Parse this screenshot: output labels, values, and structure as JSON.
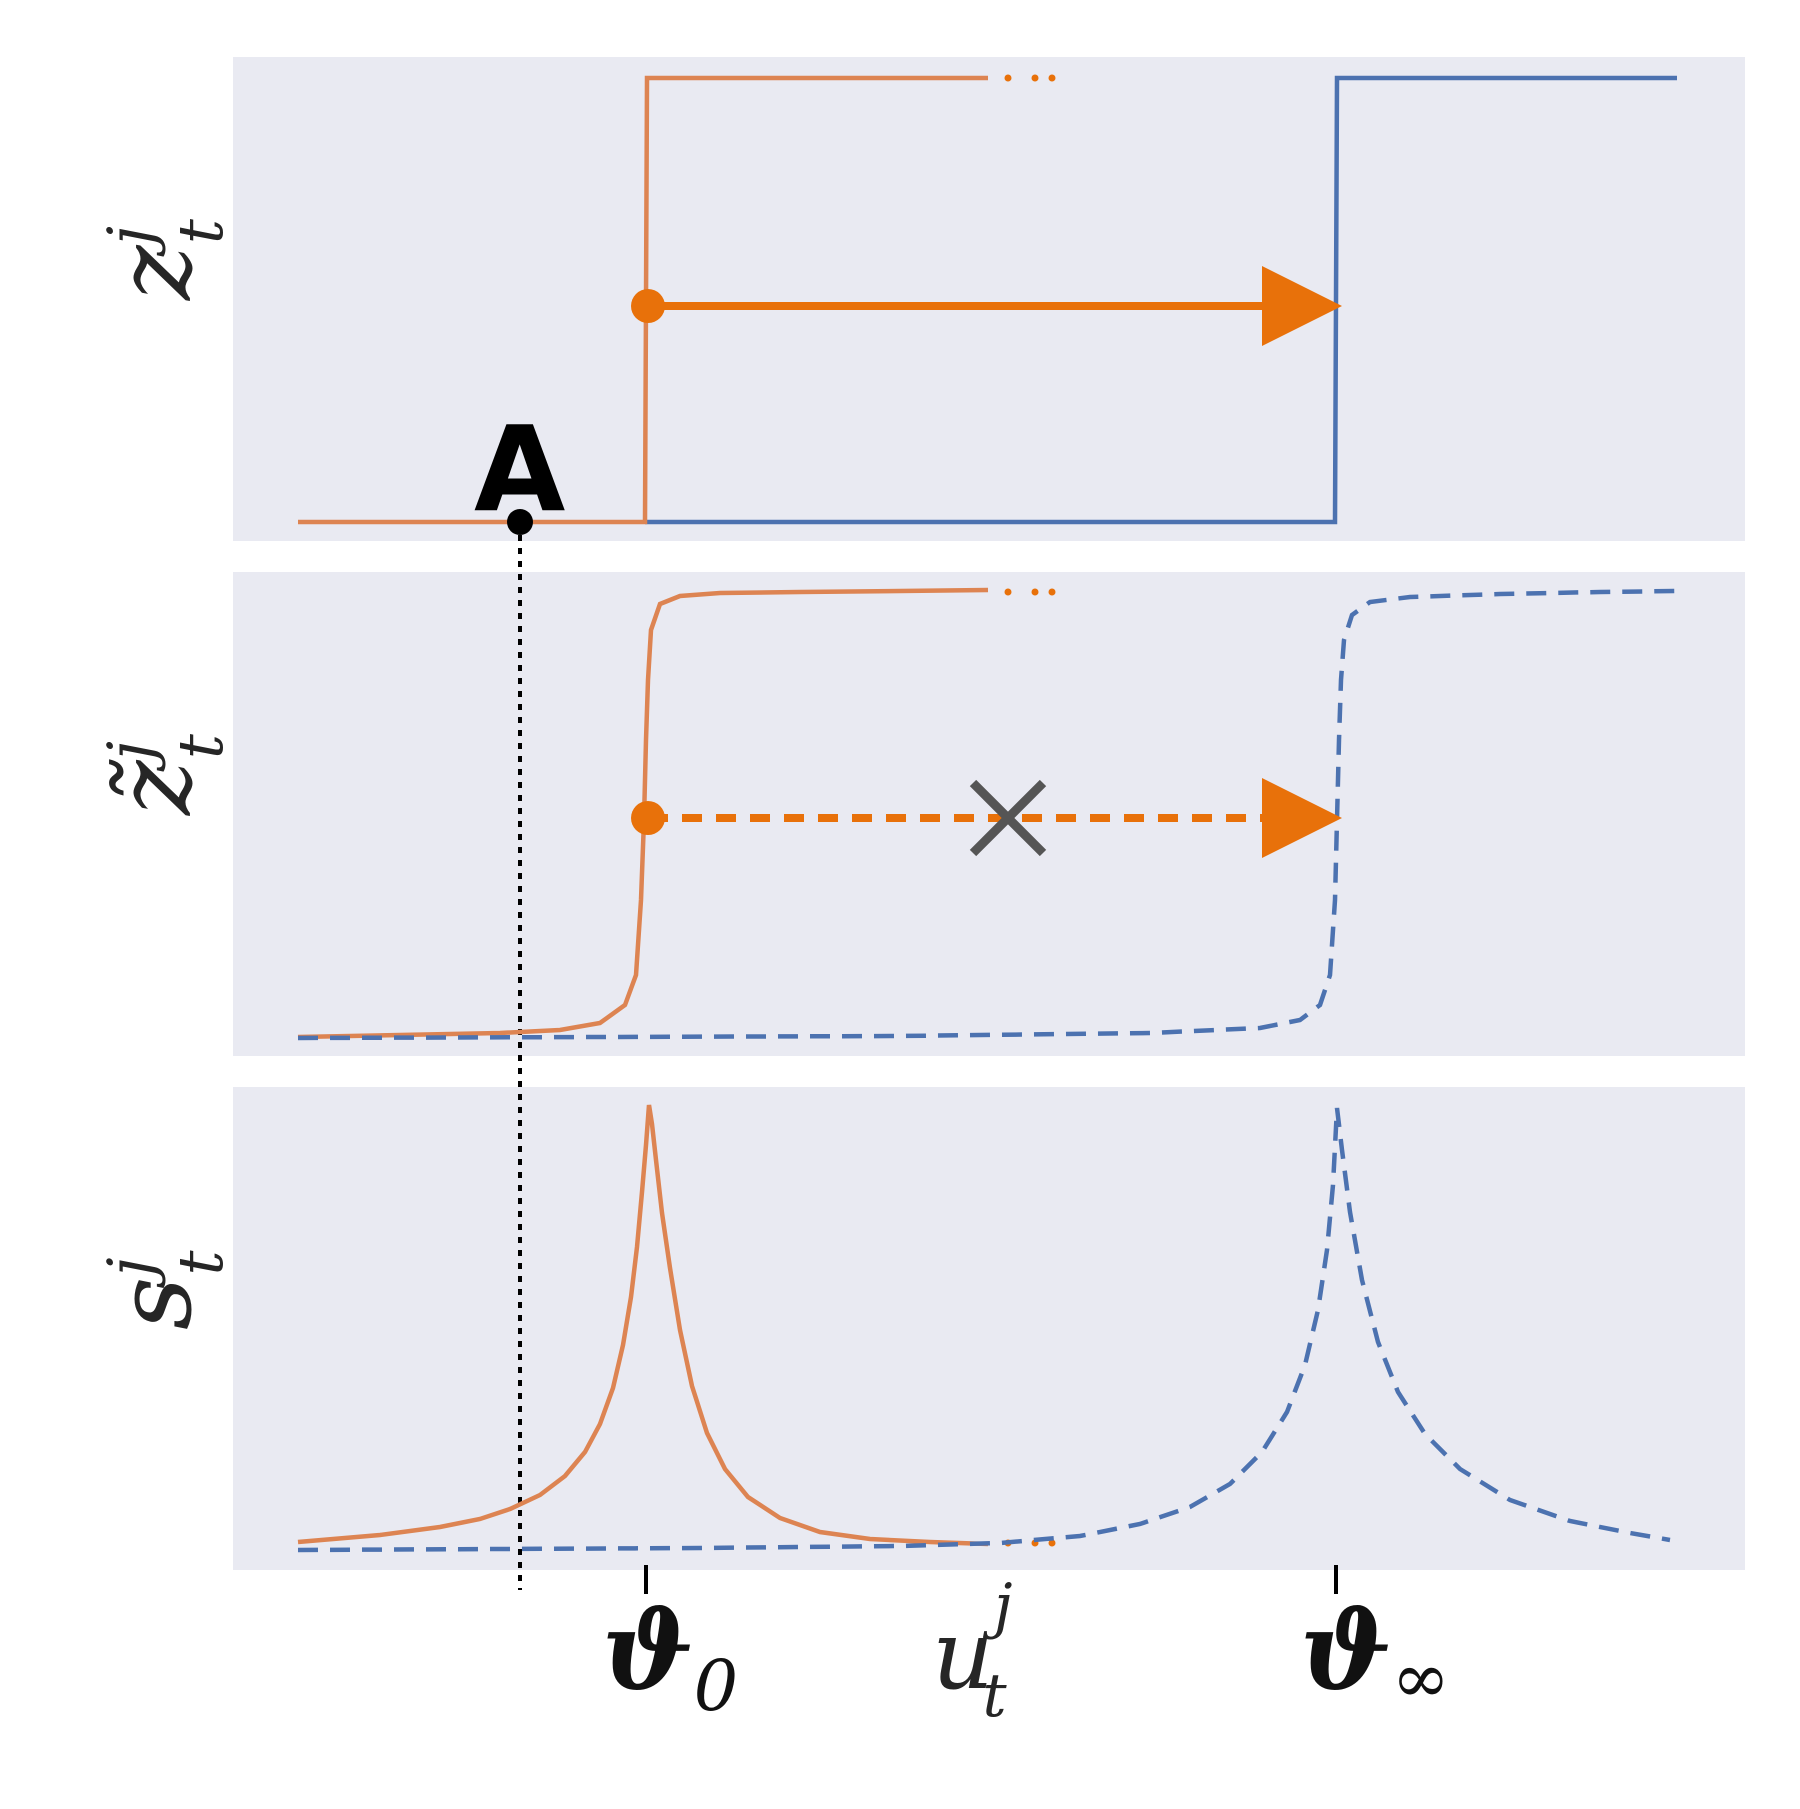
{
  "colors": {
    "orange_curve": "#dd8452",
    "blue_curve": "#4c72b0",
    "arrow": "#e8710a",
    "cross": "#555555",
    "panel_bg": "#e9eaf2"
  },
  "panels": [
    {
      "id": "top",
      "ylabel_main": "z",
      "ylabel_sup": "j",
      "ylabel_sub": "t"
    },
    {
      "id": "middle",
      "ylabel_main": "z̃",
      "ylabel_sup": "j",
      "ylabel_sub": "t"
    },
    {
      "id": "bottom",
      "ylabel_main": "s",
      "ylabel_sup": "j",
      "ylabel_sub": "t"
    }
  ],
  "marker": {
    "label": "A"
  },
  "xaxis": {
    "tick_left": {
      "main": "ϑ",
      "sub": "0"
    },
    "center_label": {
      "main": "u",
      "sup": "j",
      "sub": "t"
    },
    "tick_right": {
      "main": "ϑ",
      "sub": "∞"
    }
  },
  "ellipsis": "…"
}
